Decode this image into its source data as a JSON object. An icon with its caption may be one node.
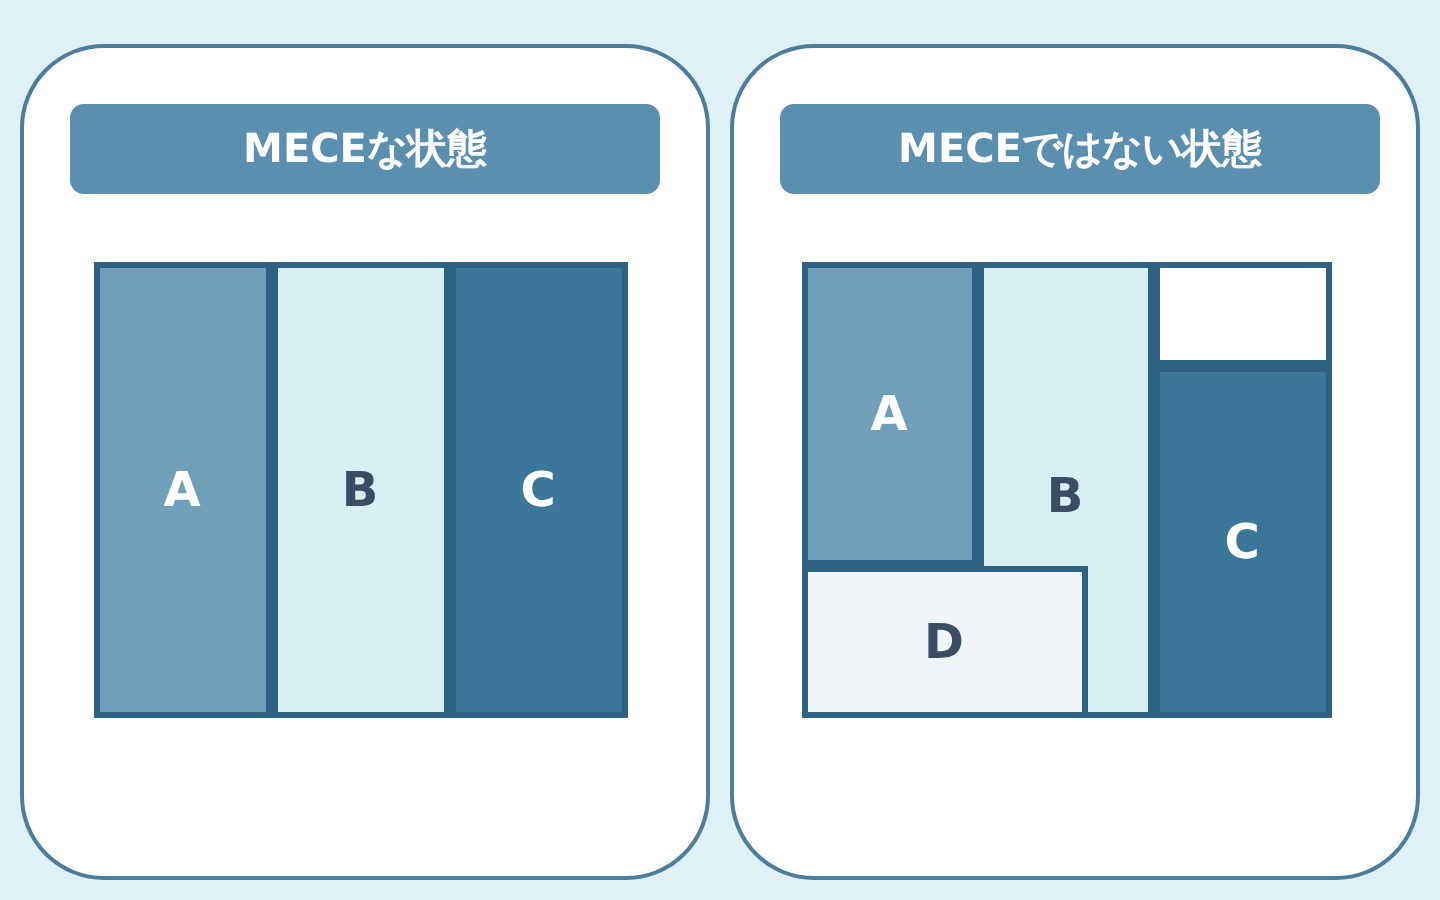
{
  "diagram": {
    "nodes": [
      {
        "text": [],
        "shape": "box"
      },
      {
        "text": [
          "MECEな状態"
        ],
        "in": 0
      },
      {
        "text": [
          "A"
        ],
        "in": 0
      },
      {
        "text": [
          "B"
        ],
        "in": 0
      },
      {
        "text": [
          "C"
        ],
        "in": 0
      },
      {
        "text": [],
        "shape": "box"
      },
      {
        "text": [
          "MECEではない状態"
        ],
        "in": 5
      },
      {
        "text": [
          "A"
        ],
        "in": 5
      },
      {
        "text": [
          "B"
        ],
        "in": 5
      },
      {
        "text": [],
        "shape": "box",
        "in": 5
      },
      {
        "text": [
          "C"
        ],
        "in": 5
      },
      {
        "text": [
          "D"
        ],
        "in": 5
      }
    ]
  }
}
